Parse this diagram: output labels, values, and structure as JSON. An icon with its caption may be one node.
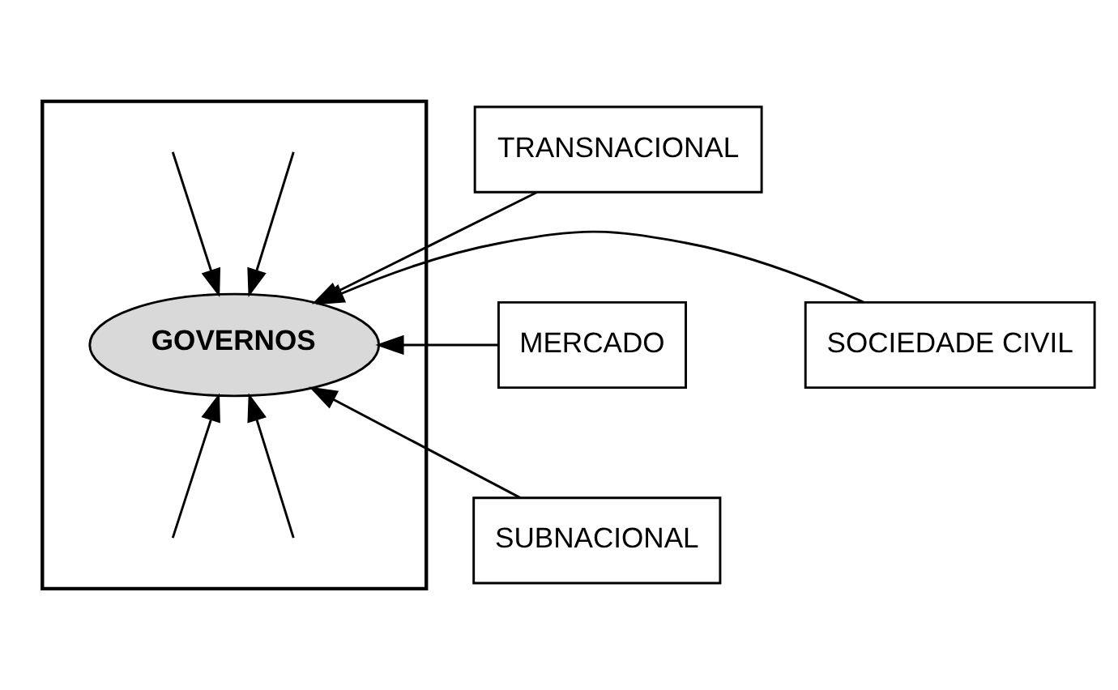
{
  "diagram": {
    "nodes": [
      {
        "text": [],
        "shape": "box"
      },
      {
        "text": [
          "TRANSNACIONAL"
        ]
      },
      {
        "text": [
          "MERCADO"
        ]
      },
      {
        "text": [
          "GOVERNOS"
        ],
        "in": 0
      },
      {
        "text": [
          "SOCIEDADE CIVIL"
        ]
      },
      {
        "text": [
          "SUBNACIONAL"
        ]
      }
    ],
    "edges": [
      {
        "from": 1,
        "to": 3,
        "arrow": "to"
      },
      {
        "from": 2,
        "to": 3,
        "arrow": "to"
      },
      {
        "from": 4,
        "to": 3,
        "arrow": "to"
      },
      {
        "from": 5,
        "to": 3,
        "arrow": "to"
      },
      {
        "from": null,
        "to": 3,
        "arrow": "to"
      },
      {
        "from": null,
        "to": 3,
        "arrow": "to"
      },
      {
        "from": null,
        "to": 3,
        "arrow": "to"
      },
      {
        "from": null,
        "to": 3,
        "arrow": "to"
      }
    ]
  }
}
